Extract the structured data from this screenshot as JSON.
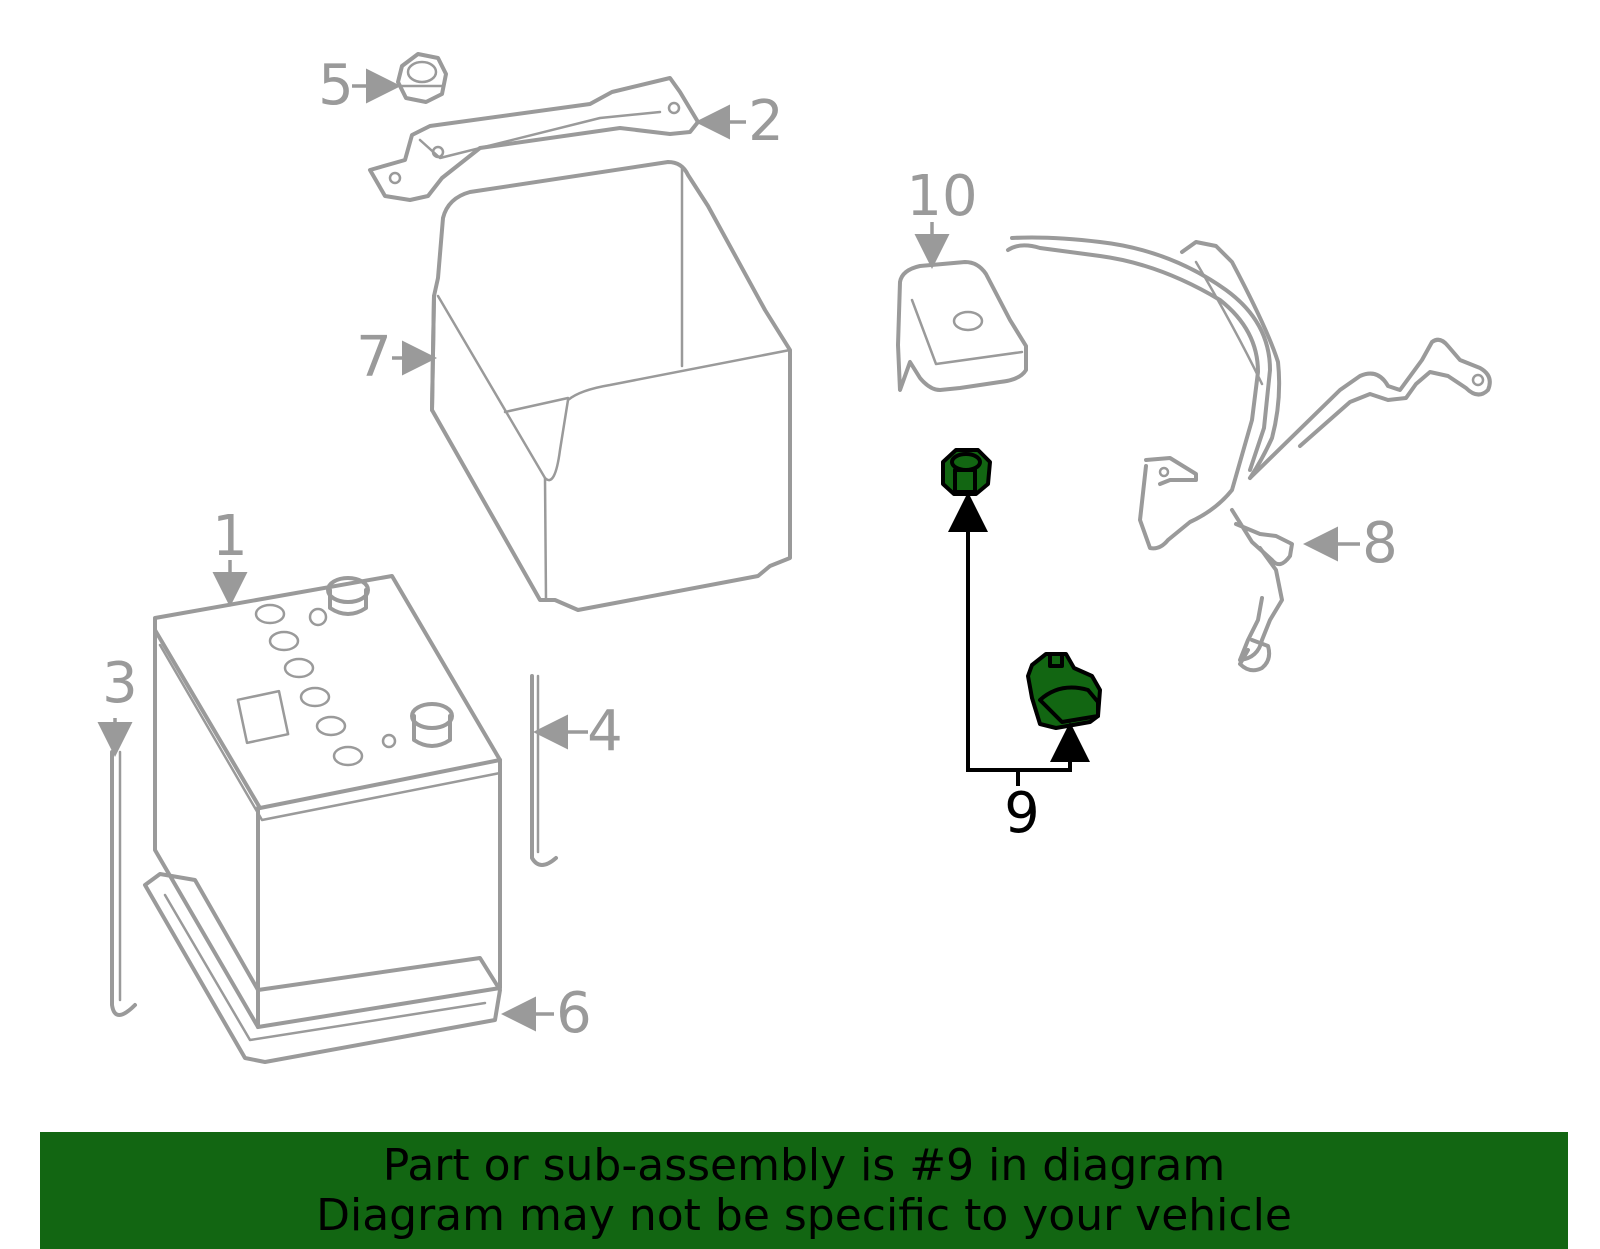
{
  "callouts": {
    "c1": "1",
    "c2": "2",
    "c3": "3",
    "c4": "4",
    "c5": "5",
    "c6": "6",
    "c7": "7",
    "c8": "8",
    "c9": "9",
    "c10": "10"
  },
  "highlight": {
    "part_number": "9",
    "color": "#126612"
  },
  "banner": {
    "line1": "Part or sub-assembly is #9 in diagram",
    "line2": "Diagram may not be specific to your vehicle",
    "color": "#126612"
  }
}
